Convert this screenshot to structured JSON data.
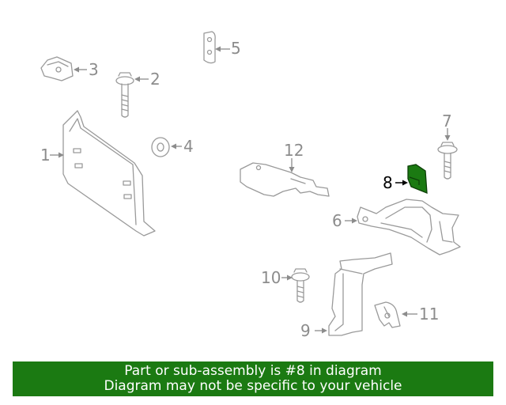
{
  "callouts": {
    "c1": "1",
    "c2": "2",
    "c3": "3",
    "c4": "4",
    "c5": "5",
    "c6": "6",
    "c7": "7",
    "c8": "8",
    "c9": "9",
    "c10": "10",
    "c11": "11",
    "c12": "12"
  },
  "highlight_part": "8",
  "highlight_color": "#1b7a12",
  "banner": {
    "line1": "Part or sub-assembly is #8 in diagram",
    "line2": "Diagram may not be specific to your vehicle",
    "background": "#1b7a12"
  }
}
